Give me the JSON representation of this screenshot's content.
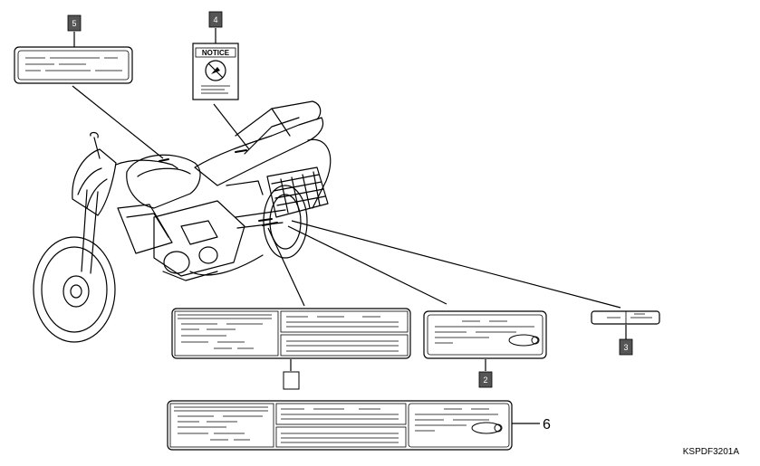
{
  "callouts": {
    "c2": "2",
    "c3": "3",
    "c4": "4",
    "c5": "5",
    "c6": "6"
  },
  "notice_label": "NOTICE",
  "figure_code": "KSPDF3201A",
  "colors": {
    "callout_fill": "#555555",
    "line": "#000000"
  }
}
